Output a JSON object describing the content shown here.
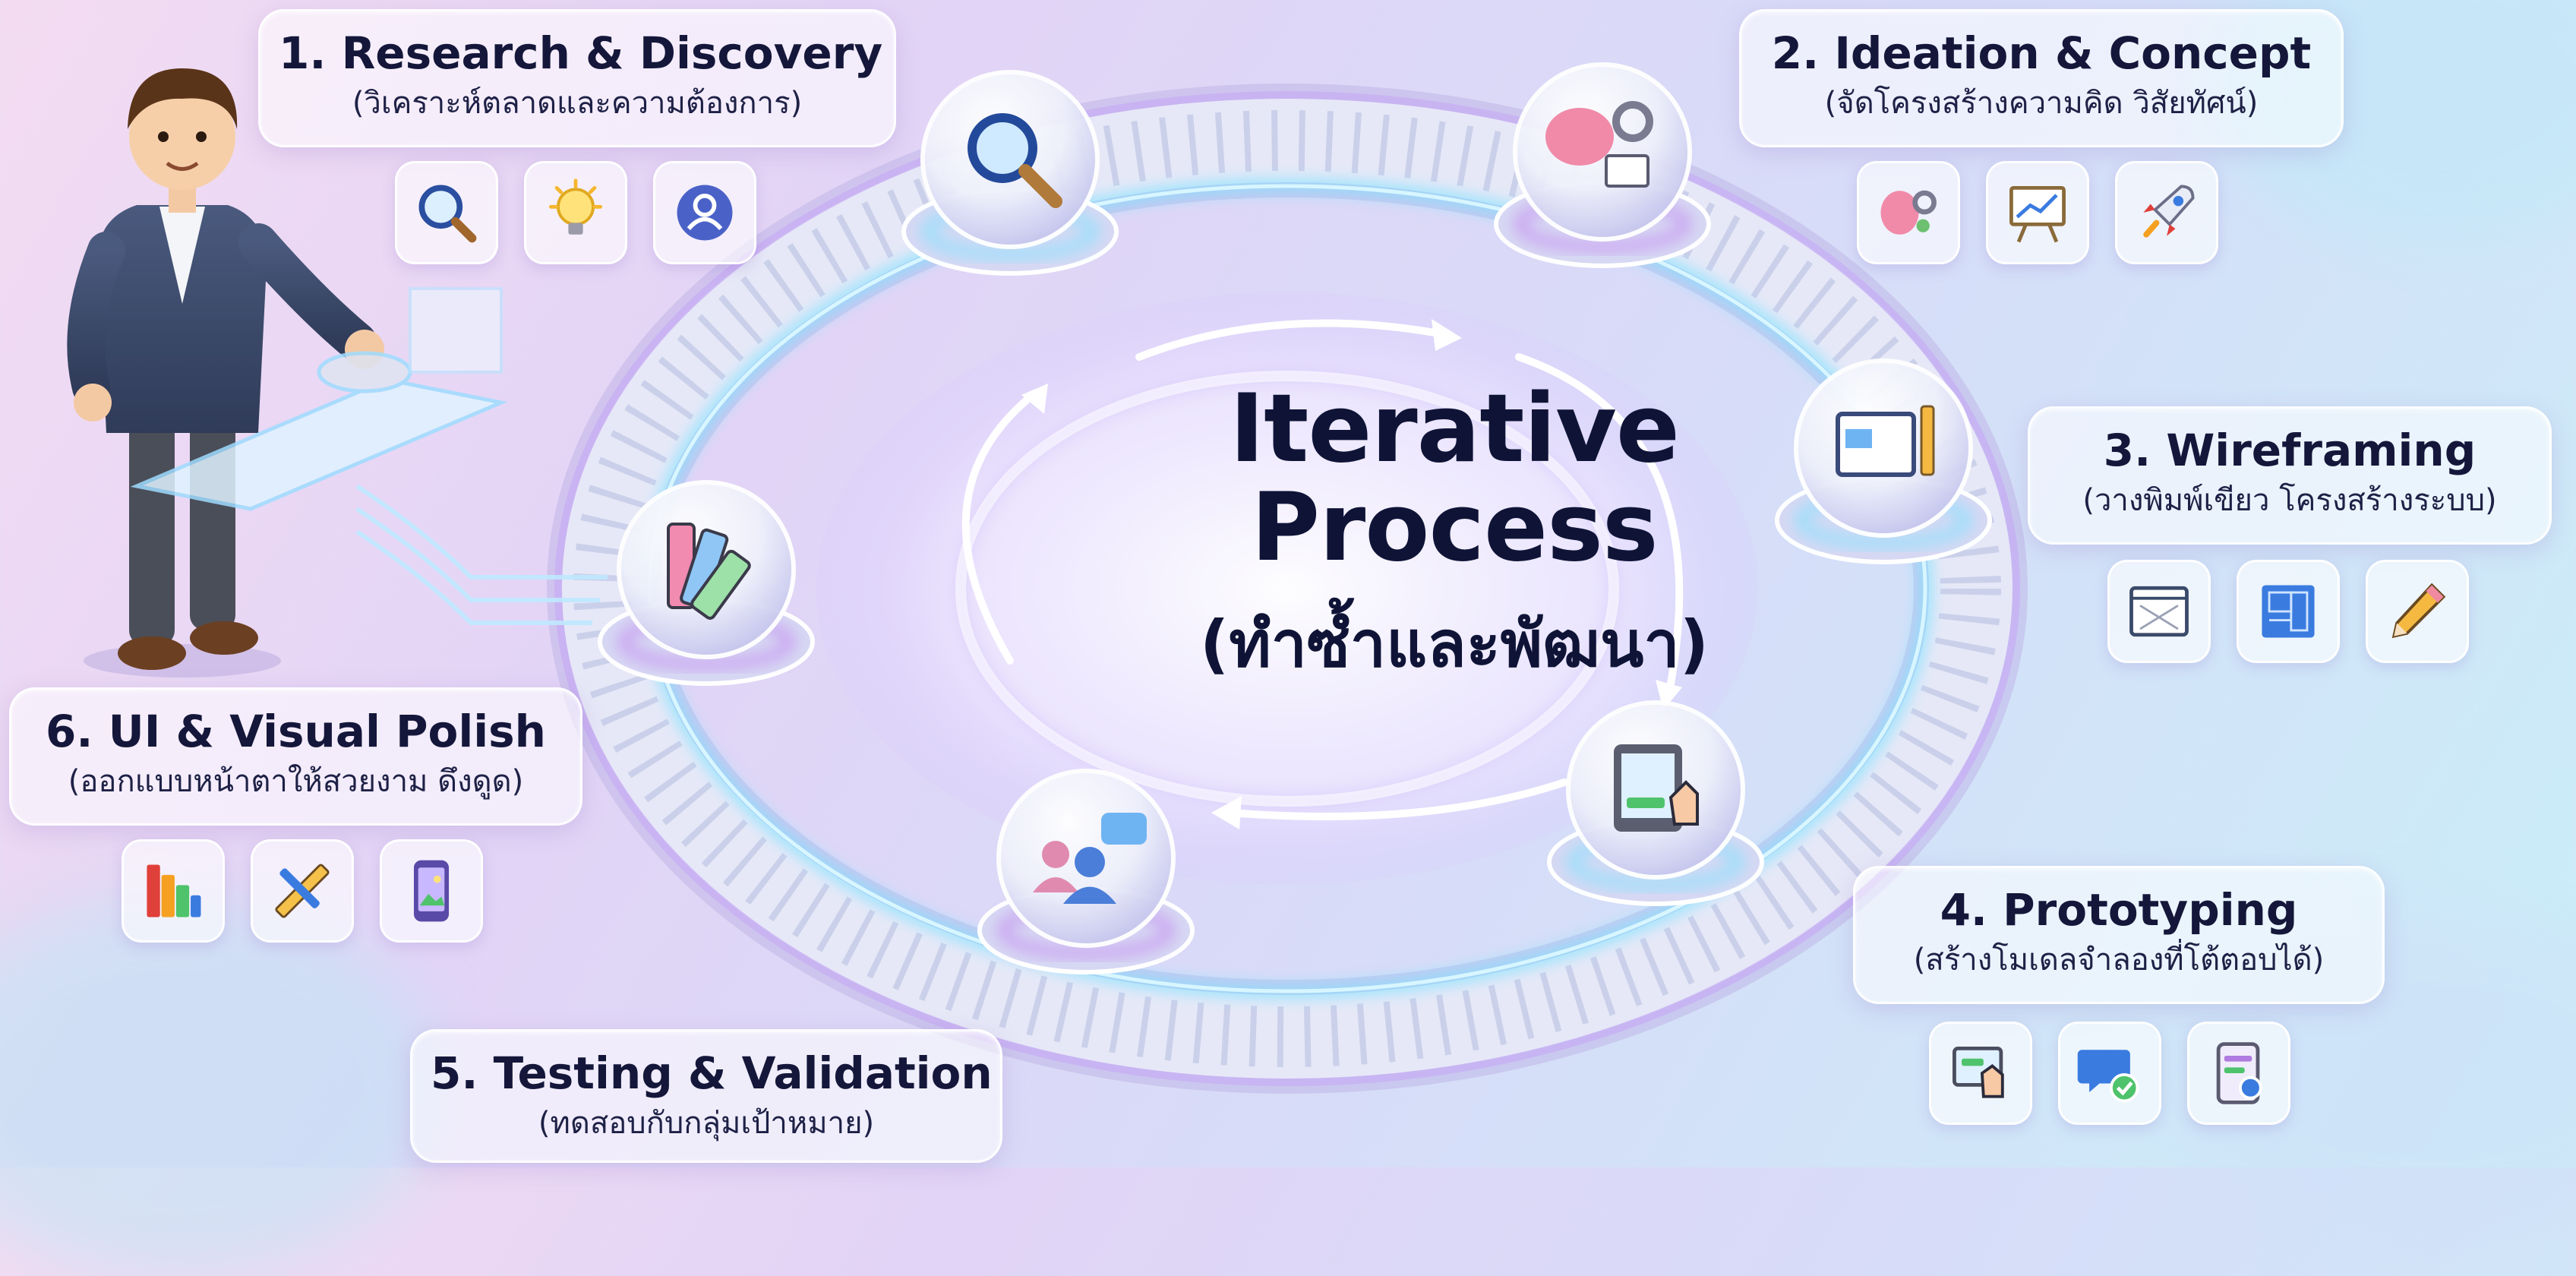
{
  "center": {
    "title_line1": "Iterative",
    "title_line2": "Process",
    "subtitle": "(ทำซ้ำและพัฒนา)"
  },
  "stages": [
    {
      "title": "1. Research & Discovery",
      "subtitle": "(วิเคราะห์ตลาดและความต้องการ)",
      "icons": [
        "magnifier-icon",
        "lightbulb-icon",
        "user-profile-icon"
      ]
    },
    {
      "title": "2. Ideation & Concept",
      "subtitle": "(จัดโครงสร้างความคิด วิสัยทัศน์)",
      "icons": [
        "brain-gear-icon",
        "presentation-board-icon",
        "rocket-icon"
      ]
    },
    {
      "title": "3. Wireframing",
      "subtitle": "(วางพิมพ์เขียว โครงสร้างระบบ)",
      "icons": [
        "wireframe-layout-icon",
        "blueprint-icon",
        "pencil-icon"
      ]
    },
    {
      "title": "4. Prototyping",
      "subtitle": "(สร้างโมเดลจำลองที่โต้ตอบได้)",
      "icons": [
        "tap-screen-icon",
        "chat-check-icon",
        "app-settings-icon"
      ]
    },
    {
      "title": "5. Testing & Validation",
      "subtitle": "(ทดสอบกับกลุ่มเป้าหมาย)",
      "icons": []
    },
    {
      "title": "6. UI & Visual Polish",
      "subtitle": "(ออกแบบหน้าตาให้สวยงาม ดึงดูด)",
      "icons": [
        "color-swatch-icon",
        "ruler-brush-icon",
        "mobile-image-icon"
      ]
    }
  ],
  "nodes": [
    "magnifier-node-icon",
    "brain-board-node-icon",
    "wireframe-node-icon",
    "tablet-tap-node-icon",
    "users-chat-node-icon",
    "color-fan-node-icon"
  ],
  "colors": {
    "title_text": "#14173a",
    "glow": "#7fe3ff",
    "accent_purple": "#b9a2f0",
    "background_pink": "#f3dcf2",
    "background_blue": "#c9eef8"
  }
}
